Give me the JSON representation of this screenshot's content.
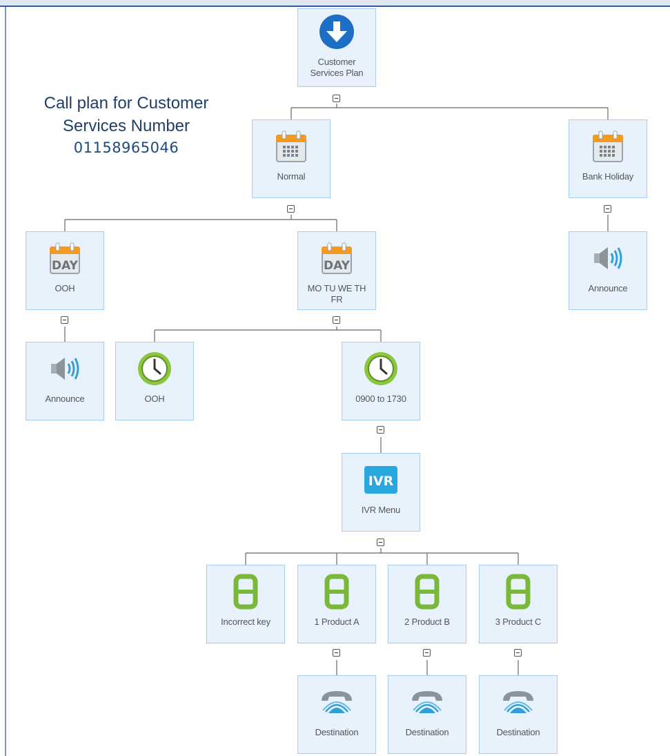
{
  "title": {
    "line1": "Call plan for Customer",
    "line2": "Services Number",
    "number": "01158965046"
  },
  "colors": {
    "node_fill": "#e8f2fc",
    "node_border": "#a6cdef",
    "calendar_orange": "#f39a1f",
    "clock_green": "#8cc63f",
    "ivr_blue": "#29a8e0",
    "keypad_green": "#7ab83a",
    "phone_blue": "#2f9fd8"
  },
  "nodes": {
    "root": {
      "label": "Customer Services Plan",
      "icon": "arrow-down-circle-icon"
    },
    "normal": {
      "label": "Normal",
      "icon": "calendar-icon"
    },
    "bank_holiday": {
      "label": "Bank Holiday",
      "icon": "calendar-icon"
    },
    "ooh_day": {
      "label": "OOH",
      "icon": "calendar-day-icon",
      "badge": "DAY"
    },
    "weekdays": {
      "label": "MO TU WE TH FR",
      "icon": "calendar-day-icon",
      "badge": "DAY"
    },
    "announce_bank": {
      "label": "Announce",
      "icon": "speaker-icon"
    },
    "announce_ooh": {
      "label": "Announce",
      "icon": "speaker-icon"
    },
    "ooh_time": {
      "label": "OOH",
      "icon": "clock-icon"
    },
    "hours": {
      "label": "0900 to 1730",
      "icon": "clock-icon"
    },
    "ivr": {
      "label": "IVR Menu",
      "icon": "ivr-icon",
      "badge": "IVR"
    },
    "key_incorrect": {
      "label": "Incorrect key",
      "icon": "digit-icon",
      "digit": "8"
    },
    "key_1": {
      "label": "1 Product A",
      "icon": "digit-icon",
      "digit": "8"
    },
    "key_2": {
      "label": "2 Product B",
      "icon": "digit-icon",
      "digit": "8"
    },
    "key_3": {
      "label": "3 Product C",
      "icon": "digit-icon",
      "digit": "8"
    },
    "dest_1": {
      "label": "Destination",
      "icon": "phone-icon"
    },
    "dest_2": {
      "label": "Destination",
      "icon": "phone-icon"
    },
    "dest_3": {
      "label": "Destination",
      "icon": "phone-icon"
    }
  },
  "edges": [
    [
      "root",
      "normal"
    ],
    [
      "root",
      "bank_holiday"
    ],
    [
      "normal",
      "ooh_day"
    ],
    [
      "normal",
      "weekdays"
    ],
    [
      "bank_holiday",
      "announce_bank"
    ],
    [
      "ooh_day",
      "announce_ooh"
    ],
    [
      "weekdays",
      "ooh_time"
    ],
    [
      "weekdays",
      "hours"
    ],
    [
      "hours",
      "ivr"
    ],
    [
      "ivr",
      "key_incorrect"
    ],
    [
      "ivr",
      "key_1"
    ],
    [
      "ivr",
      "key_2"
    ],
    [
      "ivr",
      "key_3"
    ],
    [
      "key_1",
      "dest_1"
    ],
    [
      "key_2",
      "dest_2"
    ],
    [
      "key_3",
      "dest_3"
    ]
  ]
}
